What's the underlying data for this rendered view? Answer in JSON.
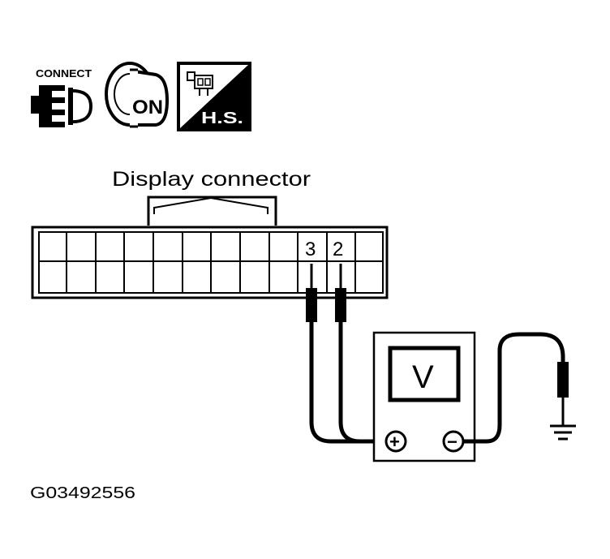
{
  "icons": {
    "connect_label": "CONNECT",
    "ignition_label": "ON",
    "harness_label": "H.S."
  },
  "connector": {
    "title": "Display connector",
    "pin_a": "3",
    "pin_b": "2"
  },
  "meter": {
    "symbol": "V",
    "positive": "+",
    "negative": "−"
  },
  "figure_id": "G03492556"
}
